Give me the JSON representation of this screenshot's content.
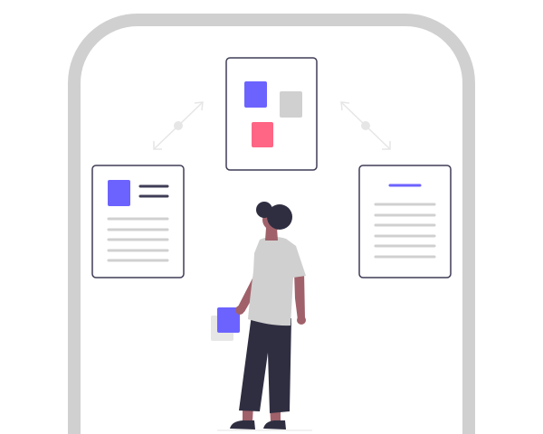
{
  "illustration": {
    "colors": {
      "frame": "#d0d0d0",
      "card_border": "#3f3d56",
      "accent": "#6c63ff",
      "pink": "#ff6584",
      "line_gray": "#d0d0d0",
      "arrow": "#e6e6e6",
      "skin": "#a0616a",
      "dark": "#2f2e41",
      "shirt": "#d0d0d0"
    },
    "icons": [
      "phone-frame",
      "layout-card",
      "profile-card",
      "document-card",
      "resize-arrow",
      "person-figure",
      "folder-icon"
    ]
  }
}
